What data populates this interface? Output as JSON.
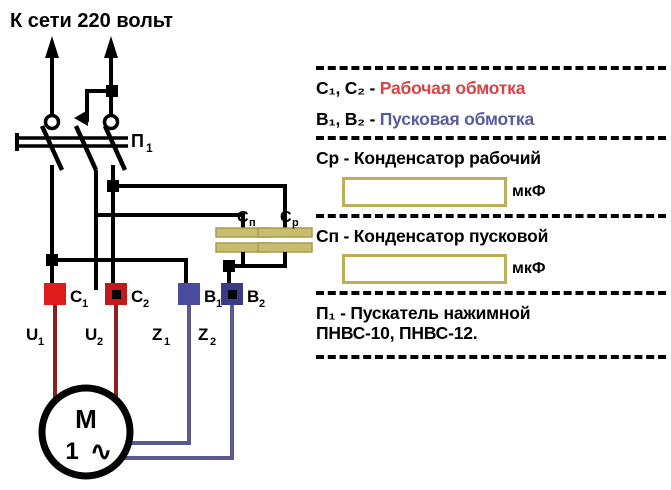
{
  "diagram": {
    "title": "К сети 220 вольт",
    "switch_label": "П",
    "switch_label_sub": "1",
    "motor": {
      "symbol": "M",
      "phase": "1",
      "wave": "∿"
    },
    "capacitors": [
      {
        "name": "C",
        "sub": "п"
      },
      {
        "name": "C",
        "sub": "р"
      }
    ],
    "terminals": [
      {
        "label": "C",
        "sub": "1",
        "color": "#E01B1B",
        "filled": false
      },
      {
        "label": "C",
        "sub": "2",
        "color": "#C21A1A",
        "filled": true
      },
      {
        "label": "B",
        "sub": "1",
        "color": "#4A4A9E",
        "filled": false
      },
      {
        "label": "B",
        "sub": "2",
        "color": "#3A3A86",
        "filled": true
      }
    ],
    "winding_leads": [
      {
        "label": "U",
        "sub": "1"
      },
      {
        "label": "U",
        "sub": "2"
      },
      {
        "label": "Z",
        "sub": "1"
      },
      {
        "label": "Z",
        "sub": "2"
      }
    ],
    "colors": {
      "wire_black": "#000000",
      "wire_red": "#8C2020",
      "wire_blue": "#5A5A8C",
      "capacitor_gold": "#C8BC6E",
      "capacitor_gold_dark": "#A89C4E",
      "terminal_red": "#E01B1B",
      "terminal_blue": "#4A4A9E"
    }
  },
  "legend": {
    "rows": [
      {
        "id": "working-winding",
        "code": "C",
        "code_sub_1": "1",
        "code_sub_2": "2",
        "prefix": "C₁, C₂ - ",
        "description": "Рабочая обмотка",
        "accent": "red"
      },
      {
        "id": "starting-winding",
        "prefix": "B₁, B₂ - ",
        "description": "Пусковая обмотка",
        "accent": "blue"
      },
      {
        "id": "working-capacitor",
        "prefix": "Cр - ",
        "description": "Конденсатор рабочий",
        "accent": "none",
        "input_value": "",
        "unit": "мкФ"
      },
      {
        "id": "starting-capacitor",
        "prefix": "Cп - ",
        "description": "Конденсатор пусковой",
        "accent": "none",
        "input_value": "",
        "unit": "мкФ"
      },
      {
        "id": "push-starter",
        "line1": "П₁ - Пускатель нажимной",
        "line2": "ПНВС-10, ПНВС-12.",
        "accent": "none"
      }
    ]
  }
}
